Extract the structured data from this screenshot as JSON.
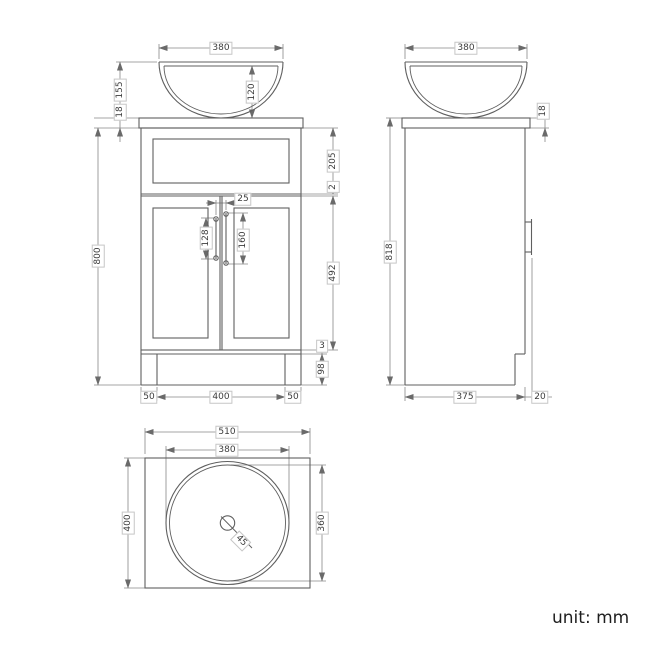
{
  "unit_label": "unit: mm",
  "front": {
    "bowl_width": "380",
    "bowl_inner_depth": "120",
    "bowl_height": "155",
    "worktop_thickness": "18",
    "cabinet_height": "800",
    "top_panel_height": "205",
    "panel_gap": "2",
    "handle_gap": "25",
    "left_handle_length": "128",
    "right_handle_length": "160",
    "door_height": "492",
    "door_bottom_gap": "3",
    "plinth_height": "98",
    "plinth_inset_left": "50",
    "plinth_width": "400",
    "plinth_inset_right": "50"
  },
  "side": {
    "bowl_width": "380",
    "worktop_thickness": "18",
    "total_height": "818",
    "depth": "375",
    "handle_projection": "20"
  },
  "top": {
    "width": "510",
    "basin_outer_diameter": "380",
    "depth": "400",
    "basin_inner_diameter": "360",
    "drain_diameter": "45"
  }
}
